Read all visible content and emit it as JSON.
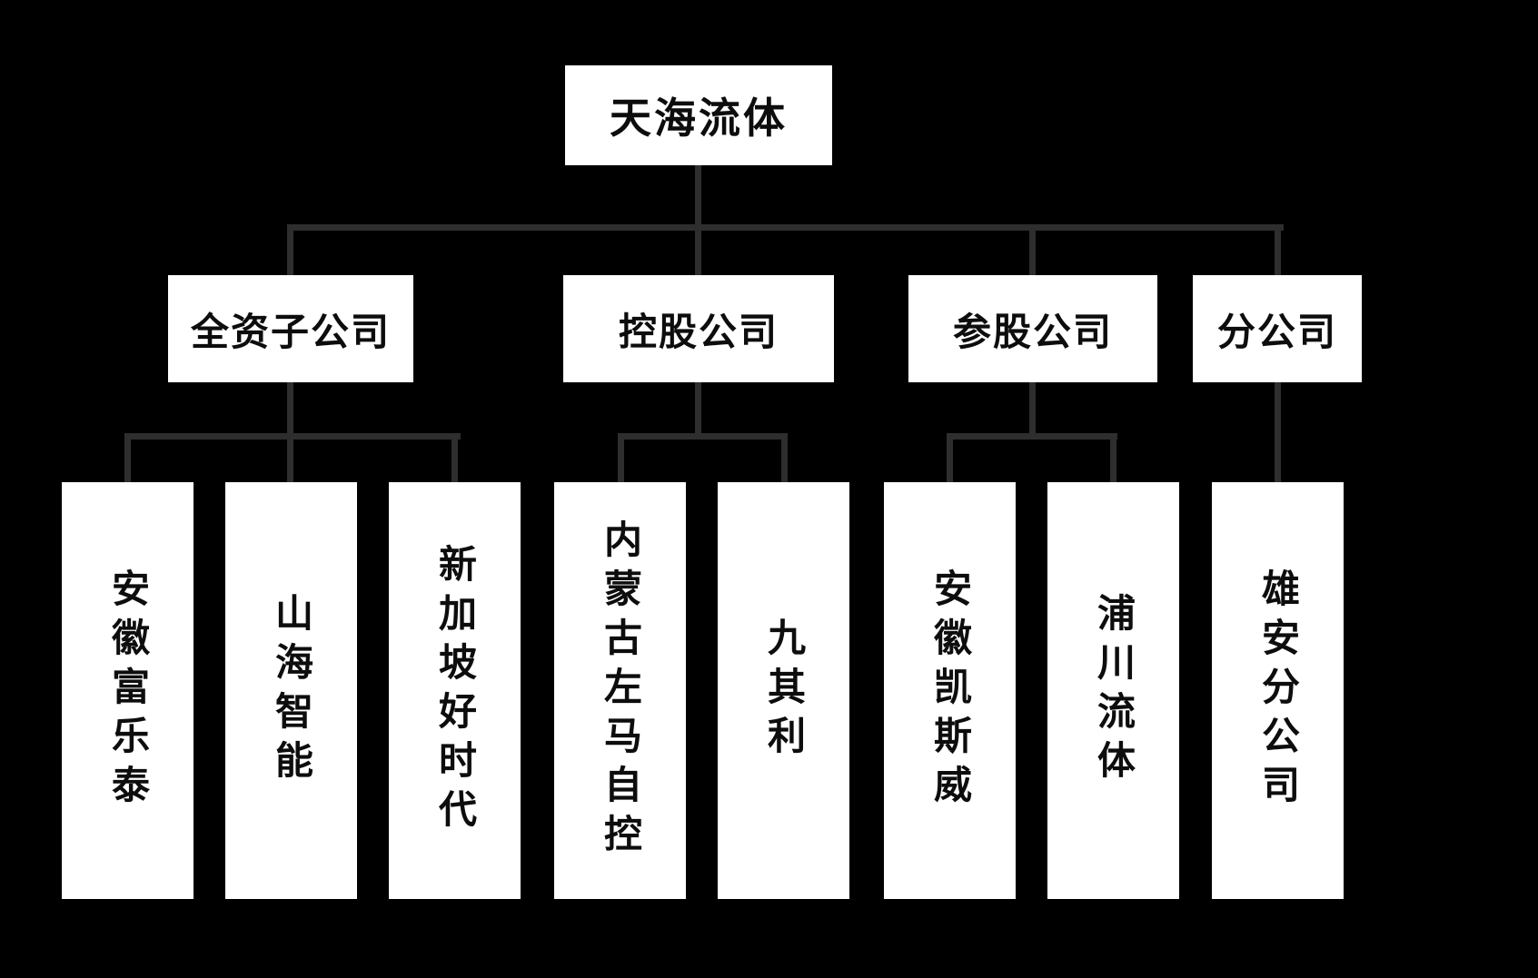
{
  "org": {
    "root": {
      "label": "天海流体"
    },
    "level2": [
      {
        "label": "全资子公司"
      },
      {
        "label": "控股公司"
      },
      {
        "label": "参股公司"
      },
      {
        "label": "分公司"
      }
    ],
    "level3": [
      {
        "label": "安徽富乐泰",
        "parent": "全资子公司"
      },
      {
        "label": "山海智能",
        "parent": "全资子公司"
      },
      {
        "label": "新加坡好时代",
        "parent": "全资子公司"
      },
      {
        "label": "内蒙古左马自控",
        "parent": "控股公司"
      },
      {
        "label": "九其利",
        "parent": "控股公司"
      },
      {
        "label": "安徽凯斯威",
        "parent": "参股公司"
      },
      {
        "label": "浦川流体",
        "parent": "参股公司"
      },
      {
        "label": "雄安分公司",
        "parent": "分公司"
      }
    ],
    "colors": {
      "background": "#000000",
      "node_bg": "#ffffff",
      "node_text": "#0d0d0d",
      "connector": "#2e2e2e"
    }
  }
}
